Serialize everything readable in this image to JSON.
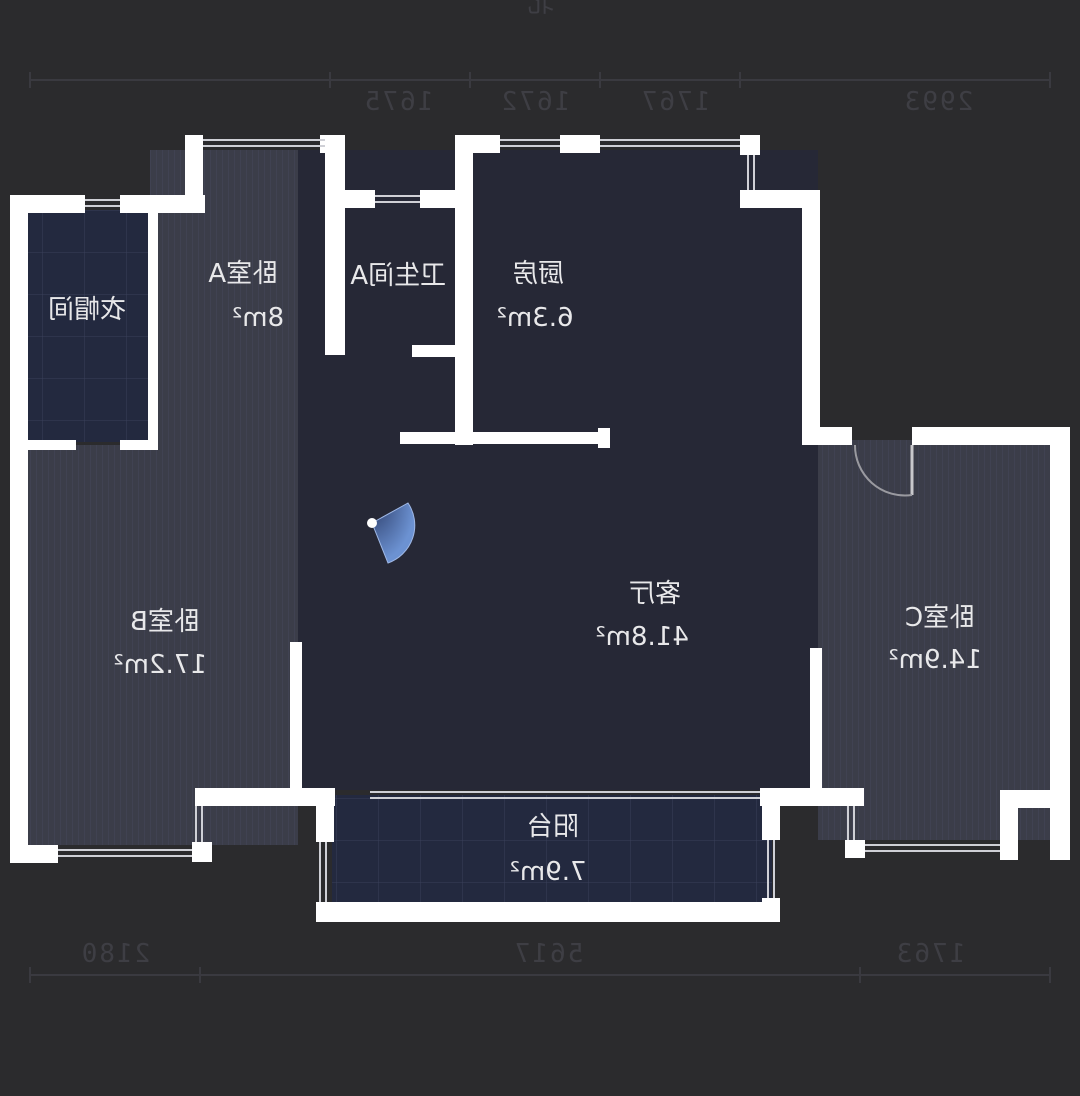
{
  "compass_label": "北",
  "dimensions": {
    "top": [
      "1675",
      "1672",
      "1767",
      "2993"
    ],
    "bottom": [
      "2180",
      "5617",
      "1763"
    ]
  },
  "rooms": [
    {
      "id": "wardrobe",
      "name": "衣帽间",
      "area": ""
    },
    {
      "id": "bedroom-a",
      "name": "卧室A",
      "area": "8m²"
    },
    {
      "id": "bathroom-a",
      "name": "卫生间A",
      "area": ""
    },
    {
      "id": "kitchen",
      "name": "厨房",
      "area": "6.3m²"
    },
    {
      "id": "living-room",
      "name": "客厅",
      "area": "41.8m²"
    },
    {
      "id": "bedroom-b",
      "name": "卧室B",
      "area": "17.2m²"
    },
    {
      "id": "bedroom-c",
      "name": "卧室C",
      "area": "14.9m²"
    },
    {
      "id": "balcony",
      "name": "阳台",
      "area": "7.9m²"
    }
  ],
  "colors": {
    "background": "#2b2b2d",
    "wall": "#ffffff",
    "floor_wood": "#3c3e4a",
    "floor_tile": "#252a3d",
    "living": "#262836",
    "view_cone": "#5a7fc0"
  }
}
